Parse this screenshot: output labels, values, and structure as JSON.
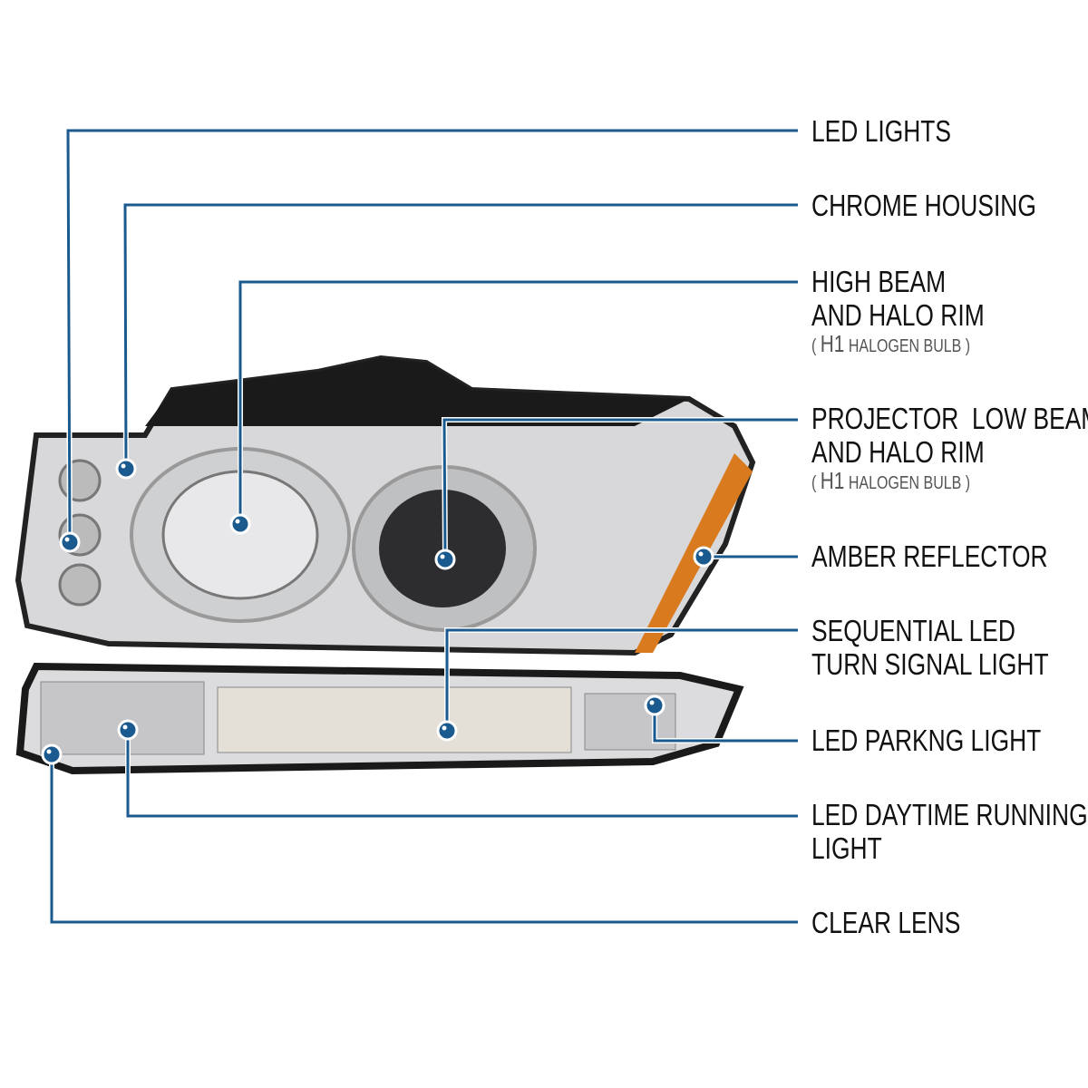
{
  "accent_color": "#1a5a8f",
  "callouts": [
    {
      "id": "led-lights",
      "lines": [
        "LED LIGHTS"
      ]
    },
    {
      "id": "chrome-housing",
      "lines": [
        "CHROME HOUSING"
      ]
    },
    {
      "id": "high-beam",
      "lines": [
        "HIGH BEAM",
        "AND HALO RIM"
      ],
      "note": {
        "open": "(",
        "bulb": "H1",
        "type": "HALOGEN BULB",
        "close": ")"
      }
    },
    {
      "id": "projector",
      "lines": [
        "PROJECTOR  LOW BEAM",
        "AND HALO RIM"
      ],
      "note": {
        "open": "(",
        "bulb": "H1",
        "type": "HALOGEN BULB",
        "close": ")"
      }
    },
    {
      "id": "amber-reflector",
      "lines": [
        "AMBER REFLECTOR"
      ]
    },
    {
      "id": "sequential",
      "lines": [
        "SEQUENTIAL LED",
        "TURN SIGNAL LIGHT"
      ]
    },
    {
      "id": "parking",
      "lines": [
        "LED PARKNG LIGHT"
      ]
    },
    {
      "id": "drl",
      "lines": [
        "LED DAYTIME RUNNING",
        "LIGHT"
      ]
    },
    {
      "id": "clear-lens",
      "lines": [
        "CLEAR LENS"
      ]
    }
  ]
}
